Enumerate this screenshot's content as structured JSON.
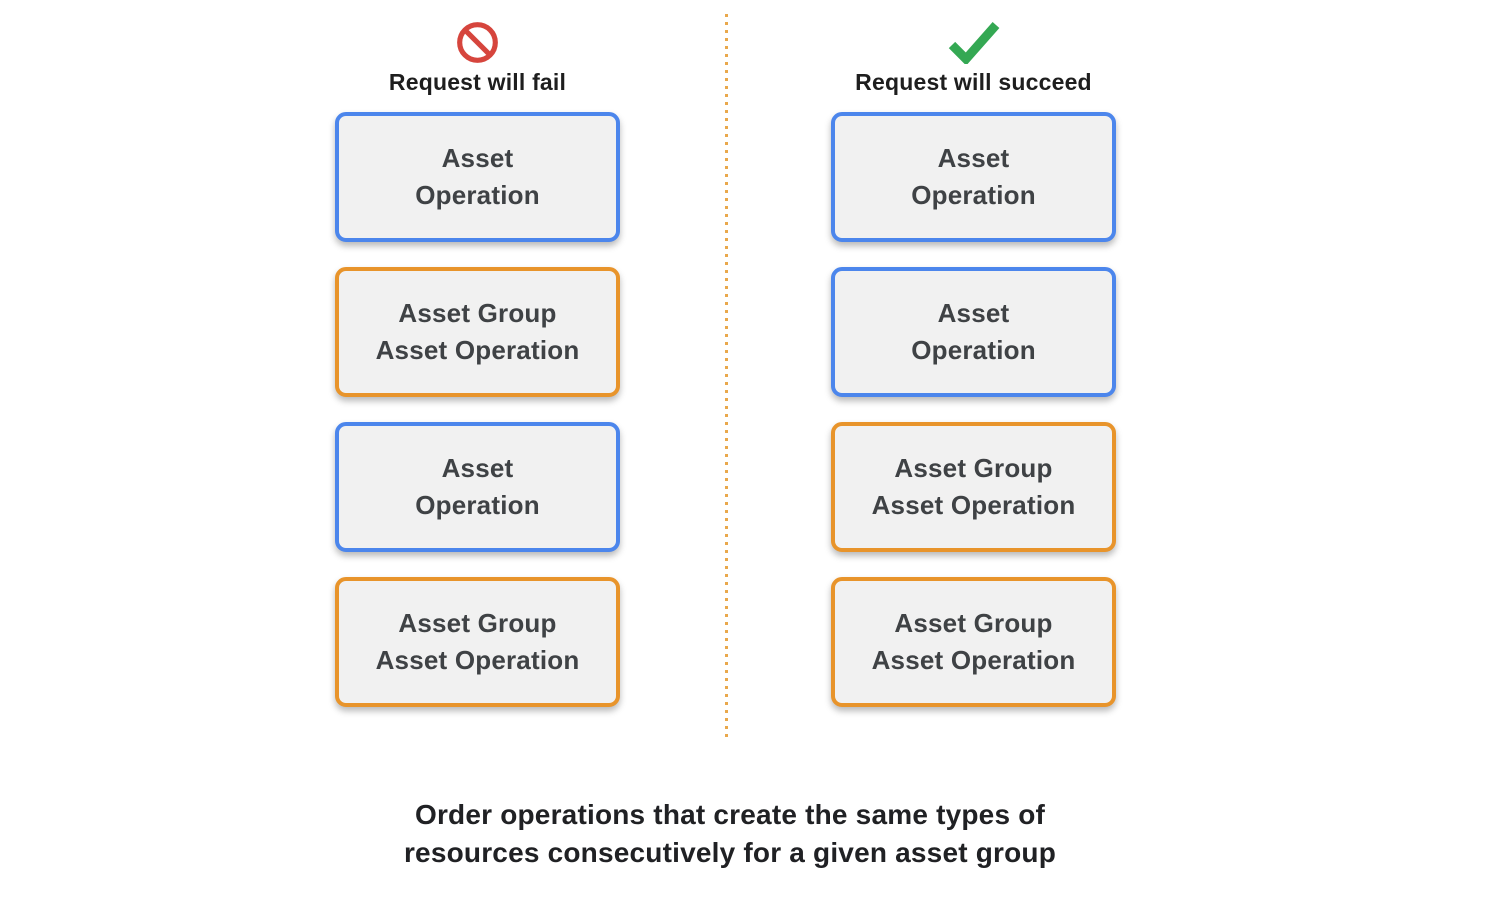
{
  "colors": {
    "blue_border": "#4C86EC",
    "orange_border": "#E8942B",
    "box_fill": "#F1F1F1",
    "box_text": "#3F4245",
    "fail_icon_red": "#D6453D",
    "success_icon_green": "#34A853",
    "divider_orange": "#E9A84C",
    "heading_text": "#1E1E1E"
  },
  "fail_column": {
    "title": "Request will fail",
    "icon": "prohibited-icon",
    "boxes": [
      {
        "label": "Asset\nOperation",
        "border_color": "#4C86EC"
      },
      {
        "label": "Asset Group\nAsset Operation",
        "border_color": "#E8942B"
      },
      {
        "label": "Asset\nOperation",
        "border_color": "#4C86EC"
      },
      {
        "label": "Asset Group\nAsset Operation",
        "border_color": "#E8942B"
      }
    ]
  },
  "success_column": {
    "title": "Request will succeed",
    "icon": "checkmark-icon",
    "boxes": [
      {
        "label": "Asset\nOperation",
        "border_color": "#4C86EC"
      },
      {
        "label": "Asset\nOperation",
        "border_color": "#4C86EC"
      },
      {
        "label": "Asset Group\nAsset Operation",
        "border_color": "#E8942B"
      },
      {
        "label": "Asset Group\nAsset Operation",
        "border_color": "#E8942B"
      }
    ]
  },
  "caption": "Order operations that create the same types of\nresources consecutively for a given asset group"
}
